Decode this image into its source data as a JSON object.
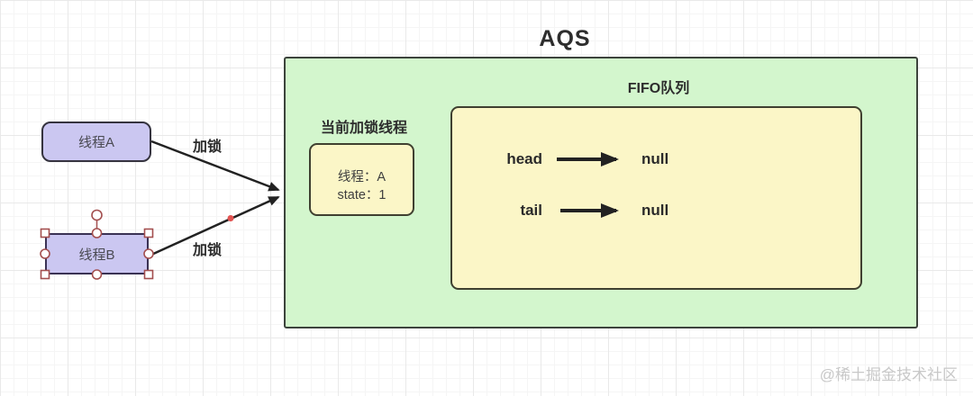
{
  "title": "AQS",
  "aqs": {
    "fifo_label": "FIFO队列",
    "current_thread_heading": "当前加锁线程",
    "current_thread_box": {
      "thread_line": "线程：A",
      "state_line": "state：1"
    },
    "queue_rows": [
      {
        "name": "head",
        "value": "null"
      },
      {
        "name": "tail",
        "value": "null"
      }
    ]
  },
  "threads": {
    "a": {
      "label": "线程A"
    },
    "b": {
      "label": "线程B"
    }
  },
  "edges": {
    "a_lock_label": "加锁",
    "b_lock_label": "加锁"
  },
  "watermark": "@稀土掘金技术社区",
  "colors": {
    "container_fill": "#d3f6cd",
    "queue_fill": "#fbf6c7",
    "thread_fill": "#cbc7f1",
    "outline": "#3c433c",
    "arrow": "#222222",
    "selection_handle": "#a34f4f",
    "waypoint_dot": "#e25351",
    "watermark_text": "#c8c8c8"
  }
}
